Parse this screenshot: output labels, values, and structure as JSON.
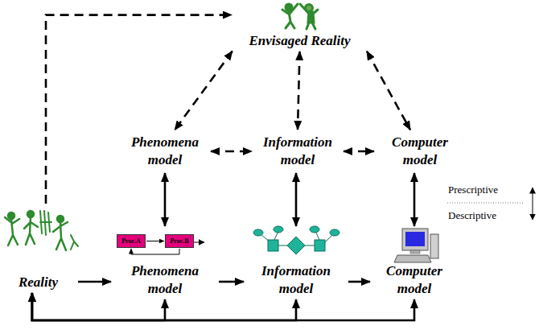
{
  "diagram": {
    "nodes": [
      {
        "text": [
          "Envisaged Reality"
        ]
      },
      {
        "text": [
          "Phenomena model"
        ]
      },
      {
        "text": [
          "Information model"
        ]
      },
      {
        "text": [
          "Computer model"
        ]
      },
      {
        "text": [
          "Reality"
        ]
      },
      {
        "text": [
          "Phenomena model"
        ]
      },
      {
        "text": [
          "Proc.A"
        ],
        "in": 5
      },
      {
        "text": [
          "Proc.B"
        ],
        "in": 5
      },
      {
        "text": [
          "Information model"
        ]
      },
      {
        "text": [
          "Computer model"
        ]
      }
    ],
    "edges": [
      {
        "from": 0,
        "to": 1,
        "arrow": "both"
      },
      {
        "from": 0,
        "to": 2,
        "arrow": "both"
      },
      {
        "from": 0,
        "to": 3,
        "arrow": "both"
      },
      {
        "from": 1,
        "to": 2,
        "arrow": "both"
      },
      {
        "from": 2,
        "to": 3,
        "arrow": "both"
      },
      {
        "from": 1,
        "to": 5,
        "arrow": "both"
      },
      {
        "from": 2,
        "to": 8,
        "arrow": "both"
      },
      {
        "from": 3,
        "to": 9,
        "arrow": "both"
      },
      {
        "from": 4,
        "to": 5,
        "arrow": "to"
      },
      {
        "from": 5,
        "to": 8,
        "arrow": "to"
      },
      {
        "from": 8,
        "to": 9,
        "arrow": "to"
      },
      {
        "from": 4,
        "to": 0,
        "arrow": "to"
      },
      {
        "from": 5,
        "to": 4,
        "arrow": "both"
      },
      {
        "from": 8,
        "to": 4,
        "arrow": "both"
      },
      {
        "from": 9,
        "to": 4,
        "arrow": "both"
      },
      {
        "from": 6,
        "to": 7,
        "arrow": "to"
      },
      {
        "from": 7,
        "to": 6,
        "arrow": "to"
      }
    ],
    "labels": [
      "Prescriptive",
      "Descriptive"
    ]
  }
}
